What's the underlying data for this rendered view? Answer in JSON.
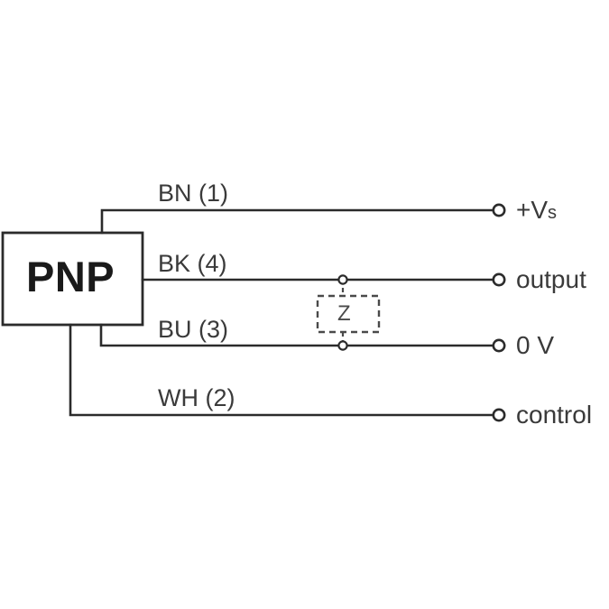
{
  "diagram": {
    "type": "sensor-wiring-diagram",
    "device": {
      "label": "PNP",
      "name": "pnp-output-stage"
    },
    "z_element": {
      "label": "Z",
      "description": "dashed-protection-element"
    },
    "colors": {
      "line": "#2b2b2b",
      "text": "#231f20",
      "dashed": "#4a4a4a",
      "background": "#ffffff"
    },
    "wires": [
      {
        "id": "wire-bn",
        "label": "BN (1)",
        "terminal": "+Vs",
        "terminal_prefix": "+V",
        "terminal_sub": "s",
        "color_code": "BN",
        "pin": "1"
      },
      {
        "id": "wire-bk",
        "label": "BK (4)",
        "terminal": "output",
        "color_code": "BK",
        "pin": "4"
      },
      {
        "id": "wire-bu",
        "label": "BU (3)",
        "terminal": "0 V",
        "color_code": "BU",
        "pin": "3"
      },
      {
        "id": "wire-wh",
        "label": "WH (2)",
        "terminal": "control",
        "color_code": "WH",
        "pin": "2"
      }
    ]
  }
}
